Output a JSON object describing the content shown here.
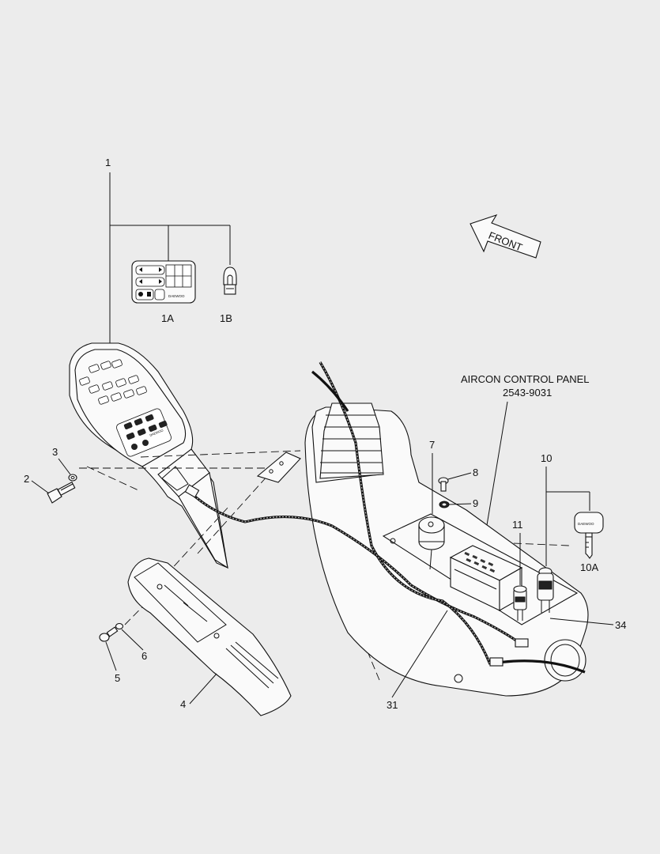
{
  "diagram": {
    "callouts": {
      "c1": "1",
      "c1A": "1A",
      "c1B": "1B",
      "c2": "2",
      "c3": "3",
      "c4": "4",
      "c5": "5",
      "c6": "6",
      "c7": "7",
      "c8": "8",
      "c9": "9",
      "c10": "10",
      "c10A": "10A",
      "c11": "11",
      "c31": "31",
      "c34": "34"
    },
    "front_arrow": "FRONT",
    "aircon": {
      "title": "AIRCON CONTROL PANEL",
      "part_no": "2543-9031"
    },
    "brand_mark": "DAEWOO"
  }
}
